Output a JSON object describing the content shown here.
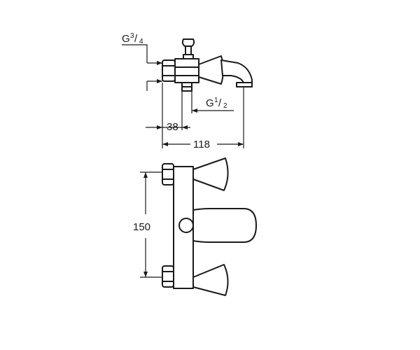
{
  "labels": {
    "inlet_thread_prefix": "G",
    "inlet_thread_num": "3",
    "inlet_thread_den": "4",
    "outlet_thread_prefix": "G",
    "outlet_thread_num": "1",
    "outlet_thread_den": "2",
    "dim_38": "38",
    "dim_118": "118",
    "dim_150": "150"
  }
}
